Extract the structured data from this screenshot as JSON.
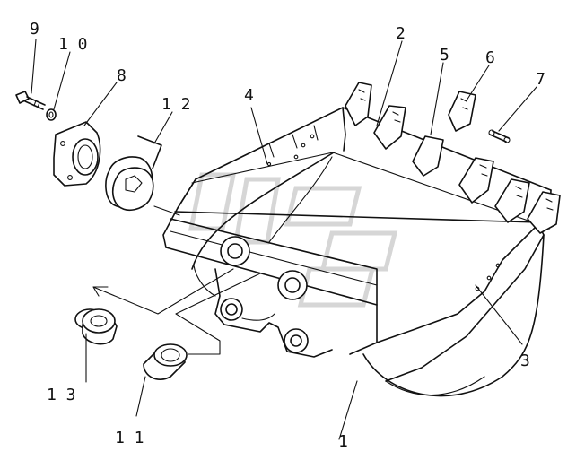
{
  "diagram": {
    "kind": "exploded-parts-view",
    "callouts": [
      {
        "id": "c1",
        "text": "1"
      },
      {
        "id": "c2",
        "text": "2"
      },
      {
        "id": "c3",
        "text": "3"
      },
      {
        "id": "c4",
        "text": "4"
      },
      {
        "id": "c5",
        "text": "5"
      },
      {
        "id": "c6",
        "text": "6"
      },
      {
        "id": "c7",
        "text": "7"
      },
      {
        "id": "c8",
        "text": "8"
      },
      {
        "id": "c9",
        "text": "9"
      },
      {
        "id": "c10",
        "text": "1 0"
      },
      {
        "id": "c11",
        "text": "1 1"
      },
      {
        "id": "c12",
        "text": "1 2"
      },
      {
        "id": "c13",
        "text": "1 3"
      }
    ]
  }
}
